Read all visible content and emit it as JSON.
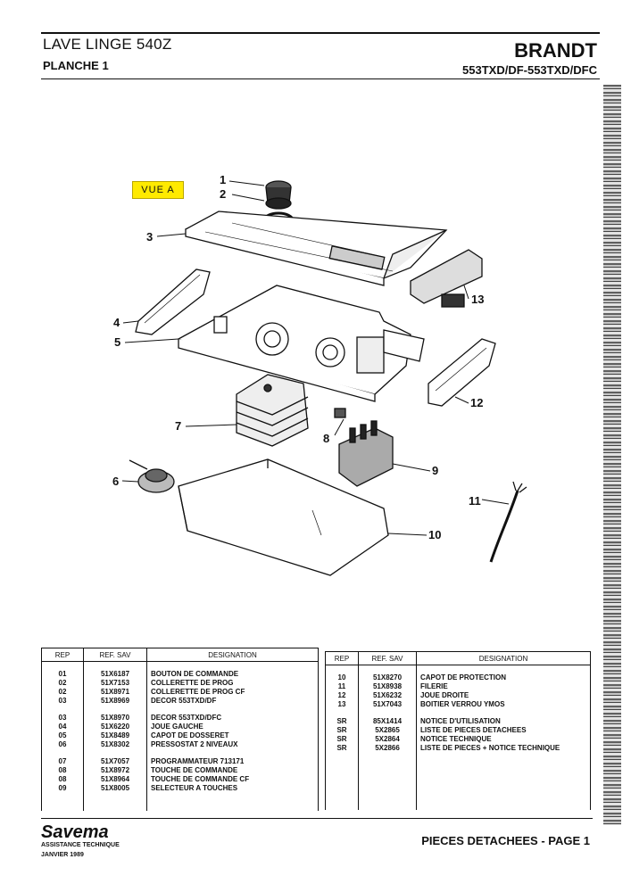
{
  "header": {
    "title": "LAVE LINGE 540Z",
    "plate": "PLANCHE 1",
    "brand": "BRANDT",
    "models": "553TXD/DF-553TXD/DFC"
  },
  "diagram": {
    "view_label": "VUE A",
    "callouts": [
      "1",
      "2",
      "3",
      "4",
      "5",
      "6",
      "7",
      "8",
      "9",
      "10",
      "11",
      "12",
      "13"
    ]
  },
  "table_left": {
    "headers": [
      "REP",
      "REF. SAV",
      "DESIGNATION"
    ],
    "groups": [
      {
        "rep": [
          "01",
          "02",
          "02",
          "03"
        ],
        "ref": [
          "51X6187",
          "51X7153",
          "51X8971",
          "51X8969"
        ],
        "des": [
          "BOUTON DE COMMANDE",
          "COLLERETTE DE PROG",
          "COLLERETTE DE PROG CF",
          "DECOR 553TXD/DF"
        ]
      },
      {
        "rep": [
          "03",
          "04",
          "05",
          "06"
        ],
        "ref": [
          "51X8970",
          "51X6220",
          "51X8489",
          "51X8302"
        ],
        "des": [
          "DECOR 553TXD/DFC",
          "JOUE GAUCHE",
          "CAPOT DE DOSSERET",
          "PRESSOSTAT 2 NIVEAUX"
        ]
      },
      {
        "rep": [
          "07",
          "08",
          "08",
          "09"
        ],
        "ref": [
          "51X7057",
          "51X8972",
          "51X8964",
          "51X8005"
        ],
        "des": [
          "PROGRAMMATEUR 713171",
          "TOUCHE DE COMMANDE",
          "TOUCHE DE COMMANDE CF",
          "SELECTEUR A TOUCHES"
        ]
      }
    ]
  },
  "table_right": {
    "headers": [
      "REP",
      "REF. SAV",
      "DESIGNATION"
    ],
    "groups": [
      {
        "rep": [
          "10",
          "11",
          "12",
          "13"
        ],
        "ref": [
          "51X8270",
          "51X8938",
          "51X6232",
          "51X7043"
        ],
        "des": [
          "CAPOT DE PROTECTION",
          "FILERIE",
          "JOUE DROITE",
          "BOITIER VERROU YMOS"
        ]
      },
      {
        "rep": [
          "SR",
          "SR",
          "SR",
          "SR"
        ],
        "ref": [
          "85X1414",
          "5X2865",
          "5X2864",
          "5X2866"
        ],
        "des": [
          "NOTICE D'UTILISATION",
          "LISTE DE PIECES DETACHEES",
          "NOTICE TECHNIQUE",
          "LISTE DE PIECES + NOTICE TECHNIQUE"
        ]
      }
    ]
  },
  "footer": {
    "brand": "Savema",
    "line1": "ASSISTANCE TECHNIQUE",
    "line2": "JANVIER 1989",
    "page": "PIECES DETACHEES - PAGE 1"
  }
}
